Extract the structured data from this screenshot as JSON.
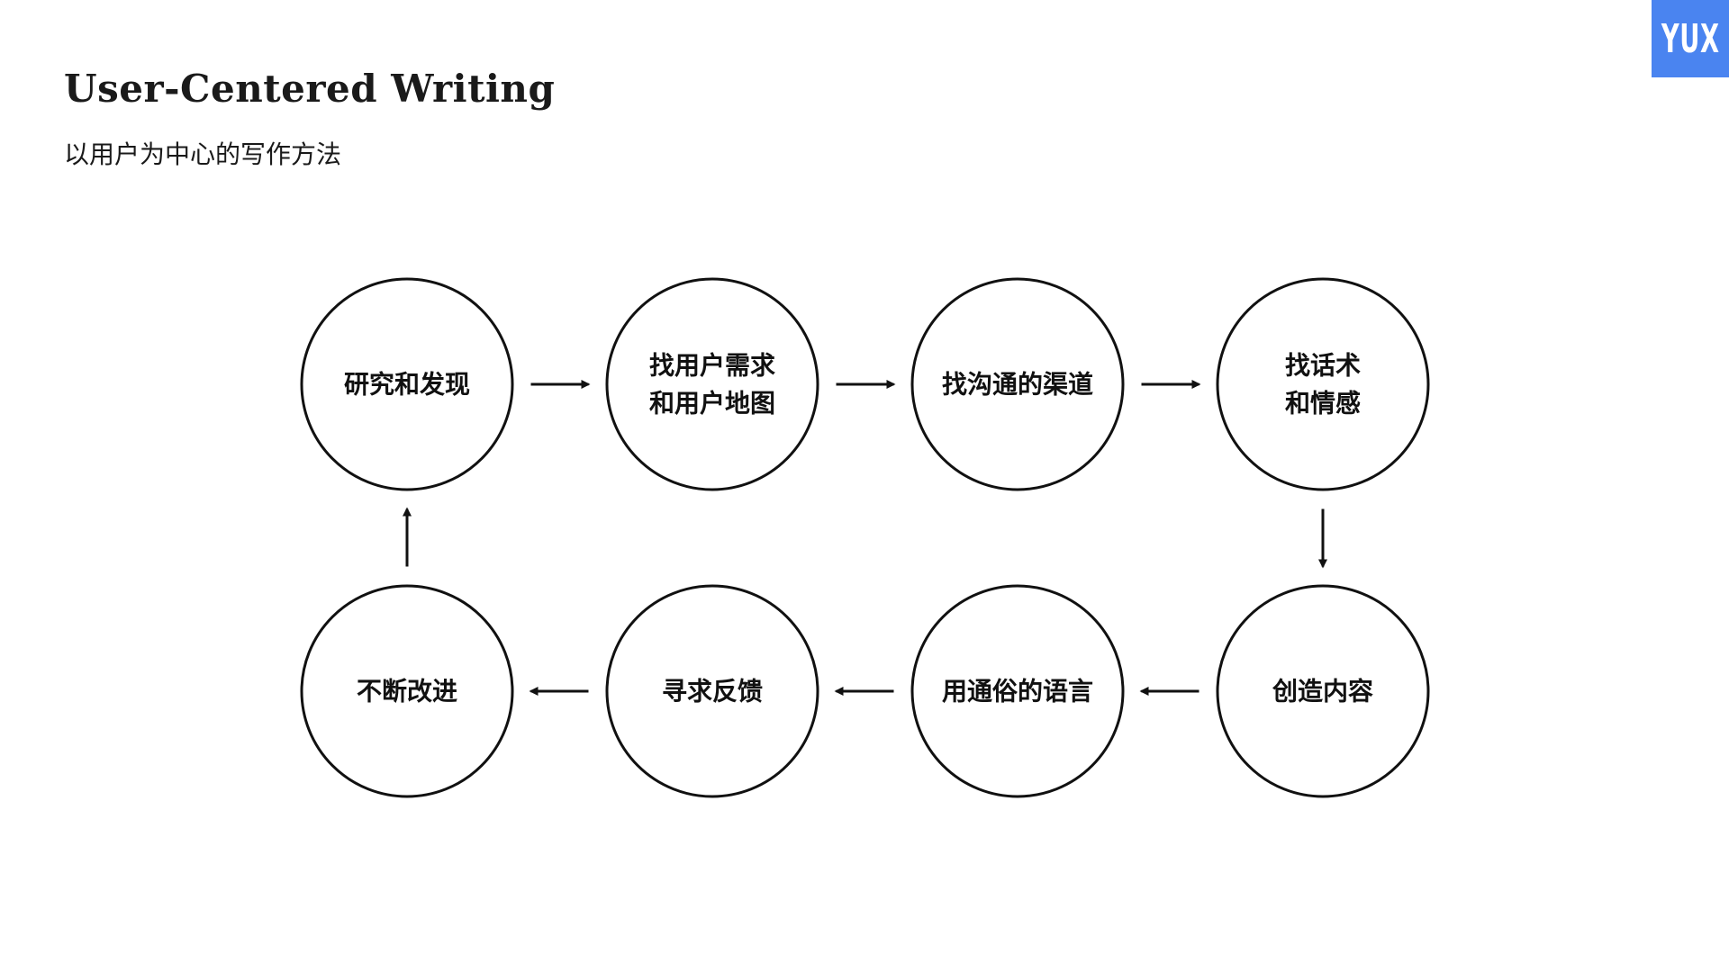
{
  "header": {
    "title": "User-Centered Writing",
    "subtitle": "以用户为中心的写作方法"
  },
  "logo": {
    "text": "YUX",
    "color": "#4a84f0"
  },
  "diagram": {
    "nodes": [
      {
        "id": "n1",
        "lines": [
          "研究和发现"
        ]
      },
      {
        "id": "n2",
        "lines": [
          "找用户需求",
          "和用户地图"
        ]
      },
      {
        "id": "n3",
        "lines": [
          "找沟通的渠道"
        ]
      },
      {
        "id": "n4",
        "lines": [
          "找话术",
          "和情感"
        ]
      },
      {
        "id": "n5",
        "lines": [
          "创造内容"
        ]
      },
      {
        "id": "n6",
        "lines": [
          "用通俗的语言"
        ]
      },
      {
        "id": "n7",
        "lines": [
          "寻求反馈"
        ]
      },
      {
        "id": "n8",
        "lines": [
          "不断改进"
        ]
      }
    ],
    "edges": [
      {
        "from": "n1",
        "to": "n2"
      },
      {
        "from": "n2",
        "to": "n3"
      },
      {
        "from": "n3",
        "to": "n4"
      },
      {
        "from": "n4",
        "to": "n5"
      },
      {
        "from": "n5",
        "to": "n6"
      },
      {
        "from": "n6",
        "to": "n7"
      },
      {
        "from": "n7",
        "to": "n8"
      },
      {
        "from": "n8",
        "to": "n1"
      }
    ]
  }
}
